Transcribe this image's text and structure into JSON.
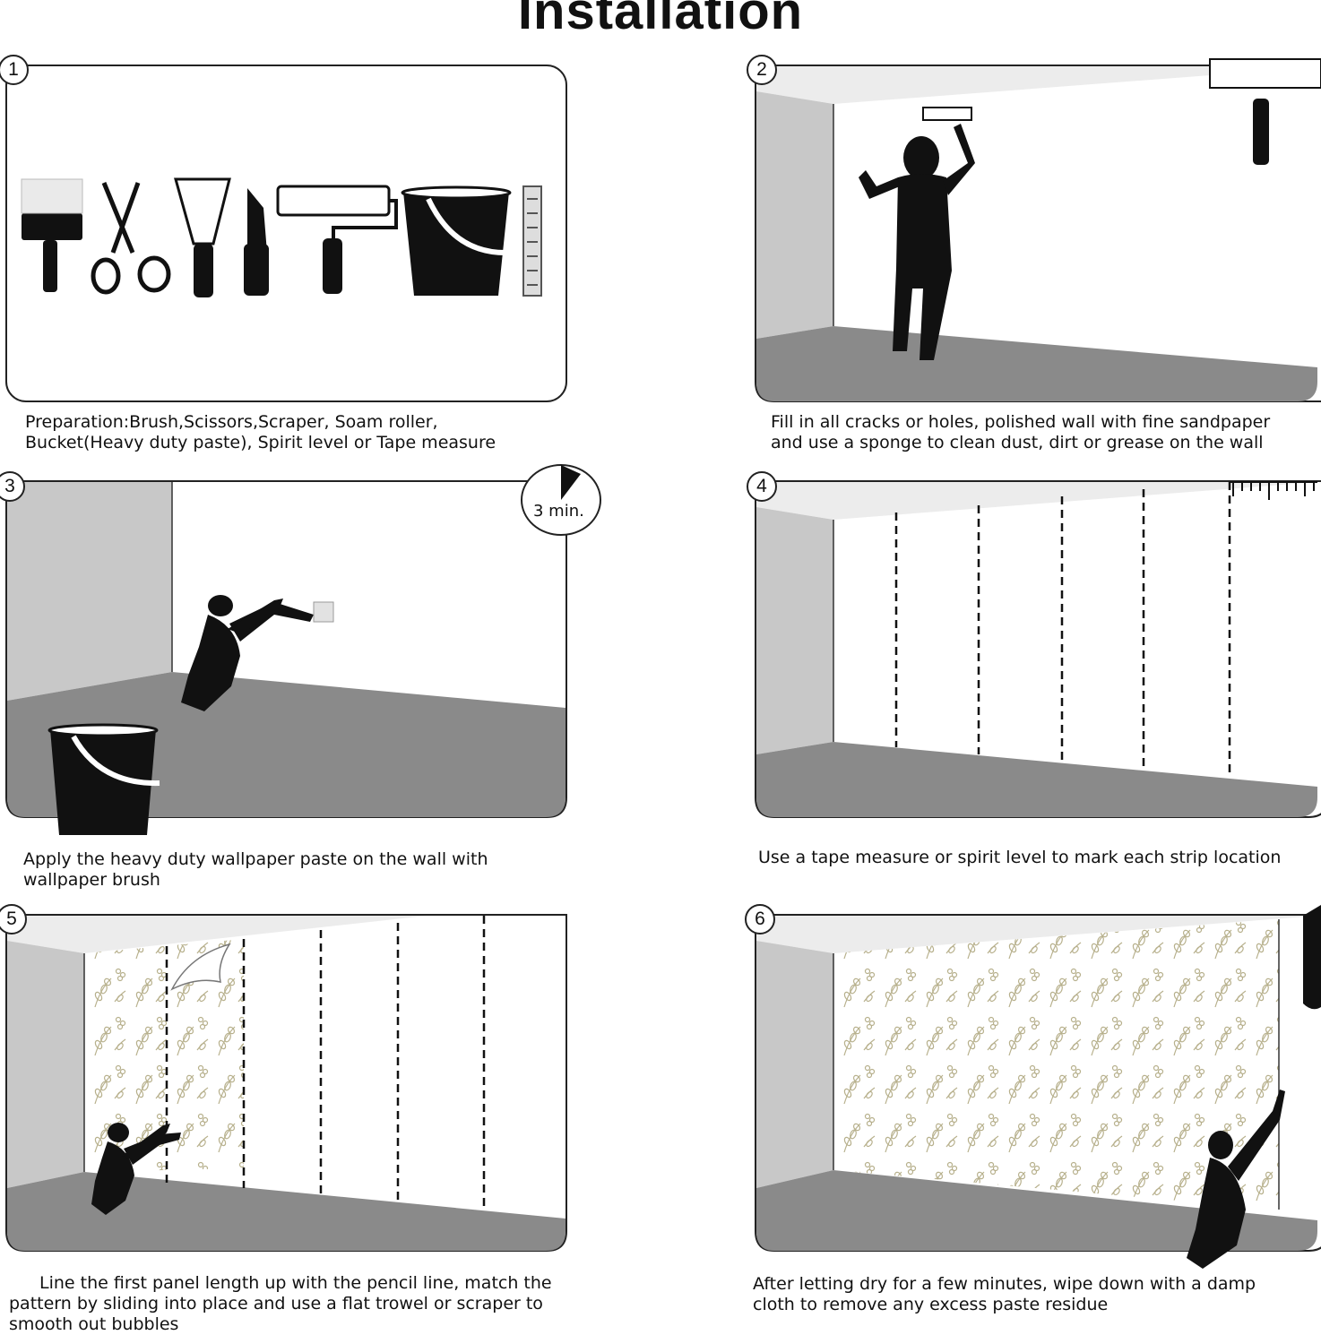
{
  "title": "Installation",
  "colors": {
    "floor": "#8a8a8a",
    "side_wall": "#c8c8c8",
    "ceiling": "#ececec",
    "silhouette": "#111111",
    "pattern": "#b7b08c"
  },
  "steps": [
    {
      "number": "1",
      "caption": [
        "Preparation:Brush,Scissors,Scraper, Soam roller,",
        "Bucket(Heavy duty paste), Spirit level or Tape measure"
      ],
      "icons": [
        "brush-icon",
        "scissors-icon",
        "scraper-icon",
        "knife-icon",
        "roller-icon",
        "bucket-icon",
        "spirit-level-icon"
      ]
    },
    {
      "number": "2",
      "caption": [
        "Fill in all cracks or holes, polished wall with fine sandpaper",
        "and use a sponge to clean dust, dirt or grease on the wall"
      ]
    },
    {
      "number": "3",
      "caption": [
        "Apply the heavy duty wallpaper paste on the wall with",
        "wallpaper brush"
      ],
      "timer": "3 min."
    },
    {
      "number": "4",
      "caption": [
        "Use a tape measure or spirit level to mark each strip location"
      ]
    },
    {
      "number": "5",
      "caption": [
        "Line the first panel length up with the pencil line, match the",
        "pattern by sliding into place and use a flat trowel or scraper to",
        "smooth out bubbles"
      ]
    },
    {
      "number": "6",
      "caption": [
        "After letting dry for a few minutes, wipe down with a damp",
        "cloth to remove any excess paste residue"
      ]
    }
  ]
}
